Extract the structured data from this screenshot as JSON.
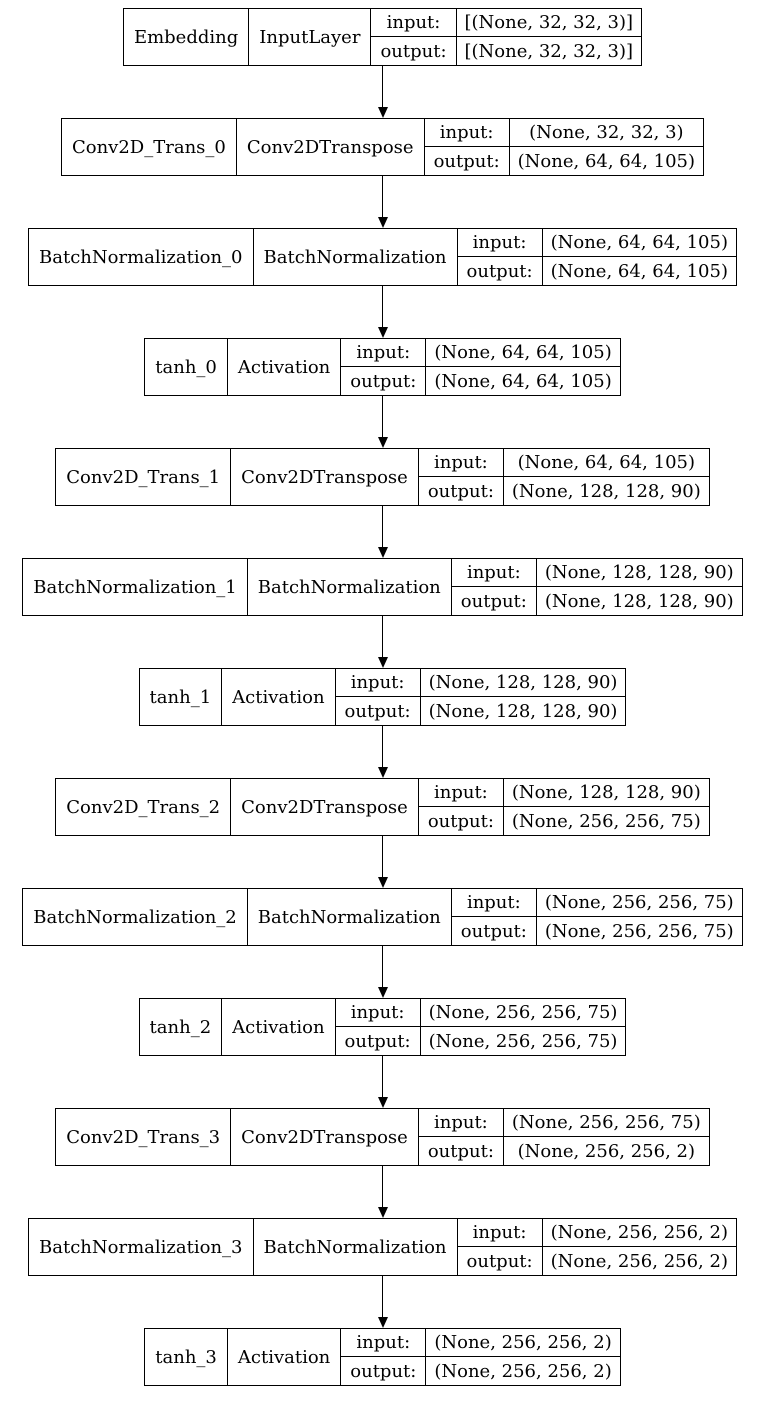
{
  "diagram": {
    "kind": "keras-model-plot",
    "labels": {
      "input": "input:",
      "output": "output:"
    },
    "colors": {
      "border": "#000000",
      "background": "#ffffff",
      "text": "#000000"
    },
    "nodes": [
      {
        "name": "Embedding",
        "type": "InputLayer",
        "input": "[(None, 32, 32, 3)]",
        "output": "[(None, 32, 32, 3)]"
      },
      {
        "name": "Conv2D_Trans_0",
        "type": "Conv2DTranspose",
        "input": "(None, 32, 32, 3)",
        "output": "(None, 64, 64, 105)"
      },
      {
        "name": "BatchNormalization_0",
        "type": "BatchNormalization",
        "input": "(None, 64, 64, 105)",
        "output": "(None, 64, 64, 105)"
      },
      {
        "name": "tanh_0",
        "type": "Activation",
        "input": "(None, 64, 64, 105)",
        "output": "(None, 64, 64, 105)"
      },
      {
        "name": "Conv2D_Trans_1",
        "type": "Conv2DTranspose",
        "input": "(None, 64, 64, 105)",
        "output": "(None, 128, 128, 90)"
      },
      {
        "name": "BatchNormalization_1",
        "type": "BatchNormalization",
        "input": "(None, 128, 128, 90)",
        "output": "(None, 128, 128, 90)"
      },
      {
        "name": "tanh_1",
        "type": "Activation",
        "input": "(None, 128, 128, 90)",
        "output": "(None, 128, 128, 90)"
      },
      {
        "name": "Conv2D_Trans_2",
        "type": "Conv2DTranspose",
        "input": "(None, 128, 128, 90)",
        "output": "(None, 256, 256, 75)"
      },
      {
        "name": "BatchNormalization_2",
        "type": "BatchNormalization",
        "input": "(None, 256, 256, 75)",
        "output": "(None, 256, 256, 75)"
      },
      {
        "name": "tanh_2",
        "type": "Activation",
        "input": "(None, 256, 256, 75)",
        "output": "(None, 256, 256, 75)"
      },
      {
        "name": "Conv2D_Trans_3",
        "type": "Conv2DTranspose",
        "input": "(None, 256, 256, 75)",
        "output": "(None, 256, 256, 2)"
      },
      {
        "name": "BatchNormalization_3",
        "type": "BatchNormalization",
        "input": "(None, 256, 256, 2)",
        "output": "(None, 256, 256, 2)"
      },
      {
        "name": "tanh_3",
        "type": "Activation",
        "input": "(None, 256, 256, 2)",
        "output": "(None, 256, 256, 2)"
      }
    ]
  }
}
